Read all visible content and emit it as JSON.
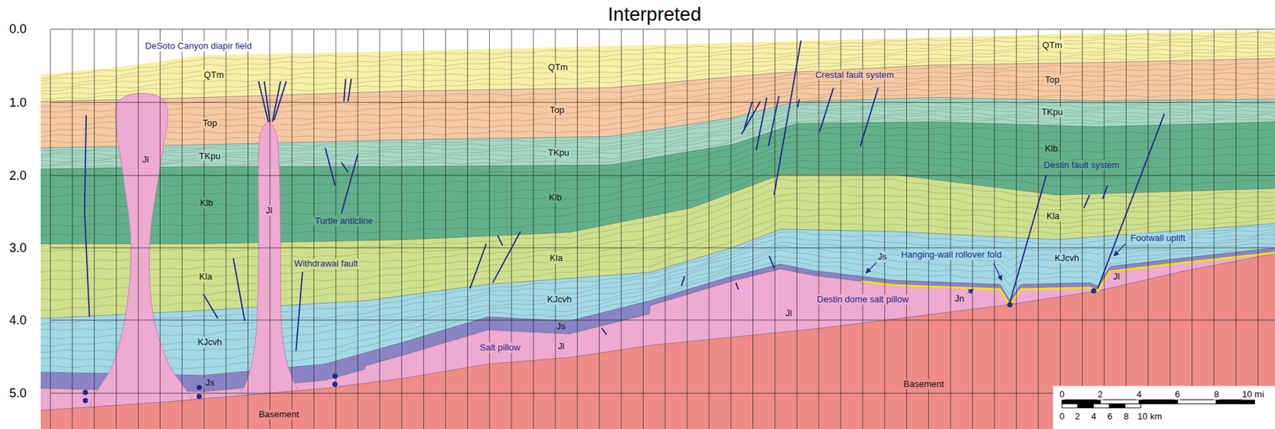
{
  "diagram": {
    "title": "Interpreted",
    "labels": [
      "0.0",
      "1.0",
      "2.0",
      "3.0",
      "4.0",
      "5.0",
      "DeSoto Canyon diapir field",
      "QTm",
      "QTm",
      "QTm",
      "Crestal fault system",
      "Top",
      "Top",
      "Top",
      "TKpu",
      "TKpu",
      "TKpu",
      "Jl",
      "Klb",
      "Destin fault system",
      "Klb",
      "Klb",
      "Jl",
      "Kla",
      "Turtle anticline",
      "Footwall uplift",
      "Hanging-wall rollover fold",
      "Js",
      "KJcvh",
      "Kla",
      "Withdrawal fault",
      "Kla",
      "Jl",
      "Jn",
      "Destin dome salt pillow",
      "KJcvh",
      "Jl",
      "Js",
      "KJcvh",
      "Salt pillow",
      "Jl",
      "Js",
      "Basement",
      "0",
      "2",
      "4",
      "6",
      "8",
      "10 mi",
      "Basement",
      "0",
      "2",
      "4",
      "6",
      "8",
      "10 km"
    ]
  }
}
